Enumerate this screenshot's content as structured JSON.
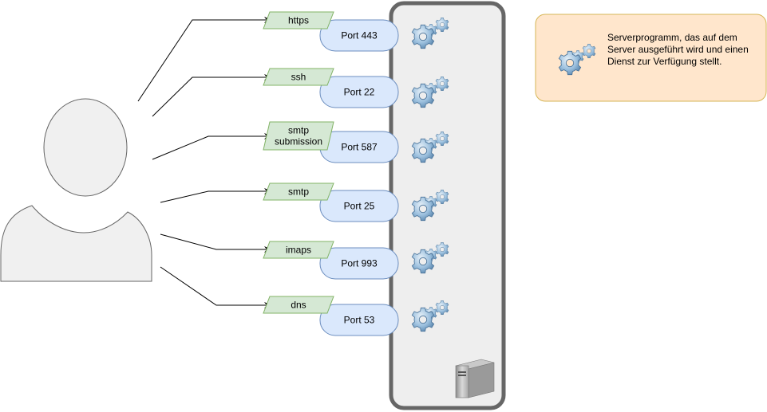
{
  "diagram": {
    "protocols": [
      {
        "name": "https",
        "port": "Port 443"
      },
      {
        "name": "ssh",
        "port": "Port 22"
      },
      {
        "name": "smtp submission",
        "name_lines": [
          "smtp",
          "submission"
        ],
        "port": "Port 587"
      },
      {
        "name": "smtp",
        "port": "Port 25"
      },
      {
        "name": "imaps",
        "port": "Port 993"
      },
      {
        "name": "dns",
        "port": "Port 53"
      }
    ],
    "legend": {
      "text": "Serverprogramm, das auf dem Server ausgeführt wird und einen Dienst zur Verfügung stellt."
    },
    "colors": {
      "protocol_fill": "#d5e8d4",
      "protocol_stroke": "#82b366",
      "port_fill": "#dae8fc",
      "port_stroke": "#6c8ebf",
      "server_fill": "#eeeeee",
      "server_stroke": "#666666",
      "legend_fill": "#ffe6cc",
      "legend_stroke": "#d6b656",
      "user_fill": "#f0f0f0",
      "user_stroke": "#666666",
      "gear_color": "#7aa5c9"
    },
    "icons": [
      "user-icon",
      "gear-icon",
      "server-tower-icon",
      "arrow-icon"
    ]
  }
}
